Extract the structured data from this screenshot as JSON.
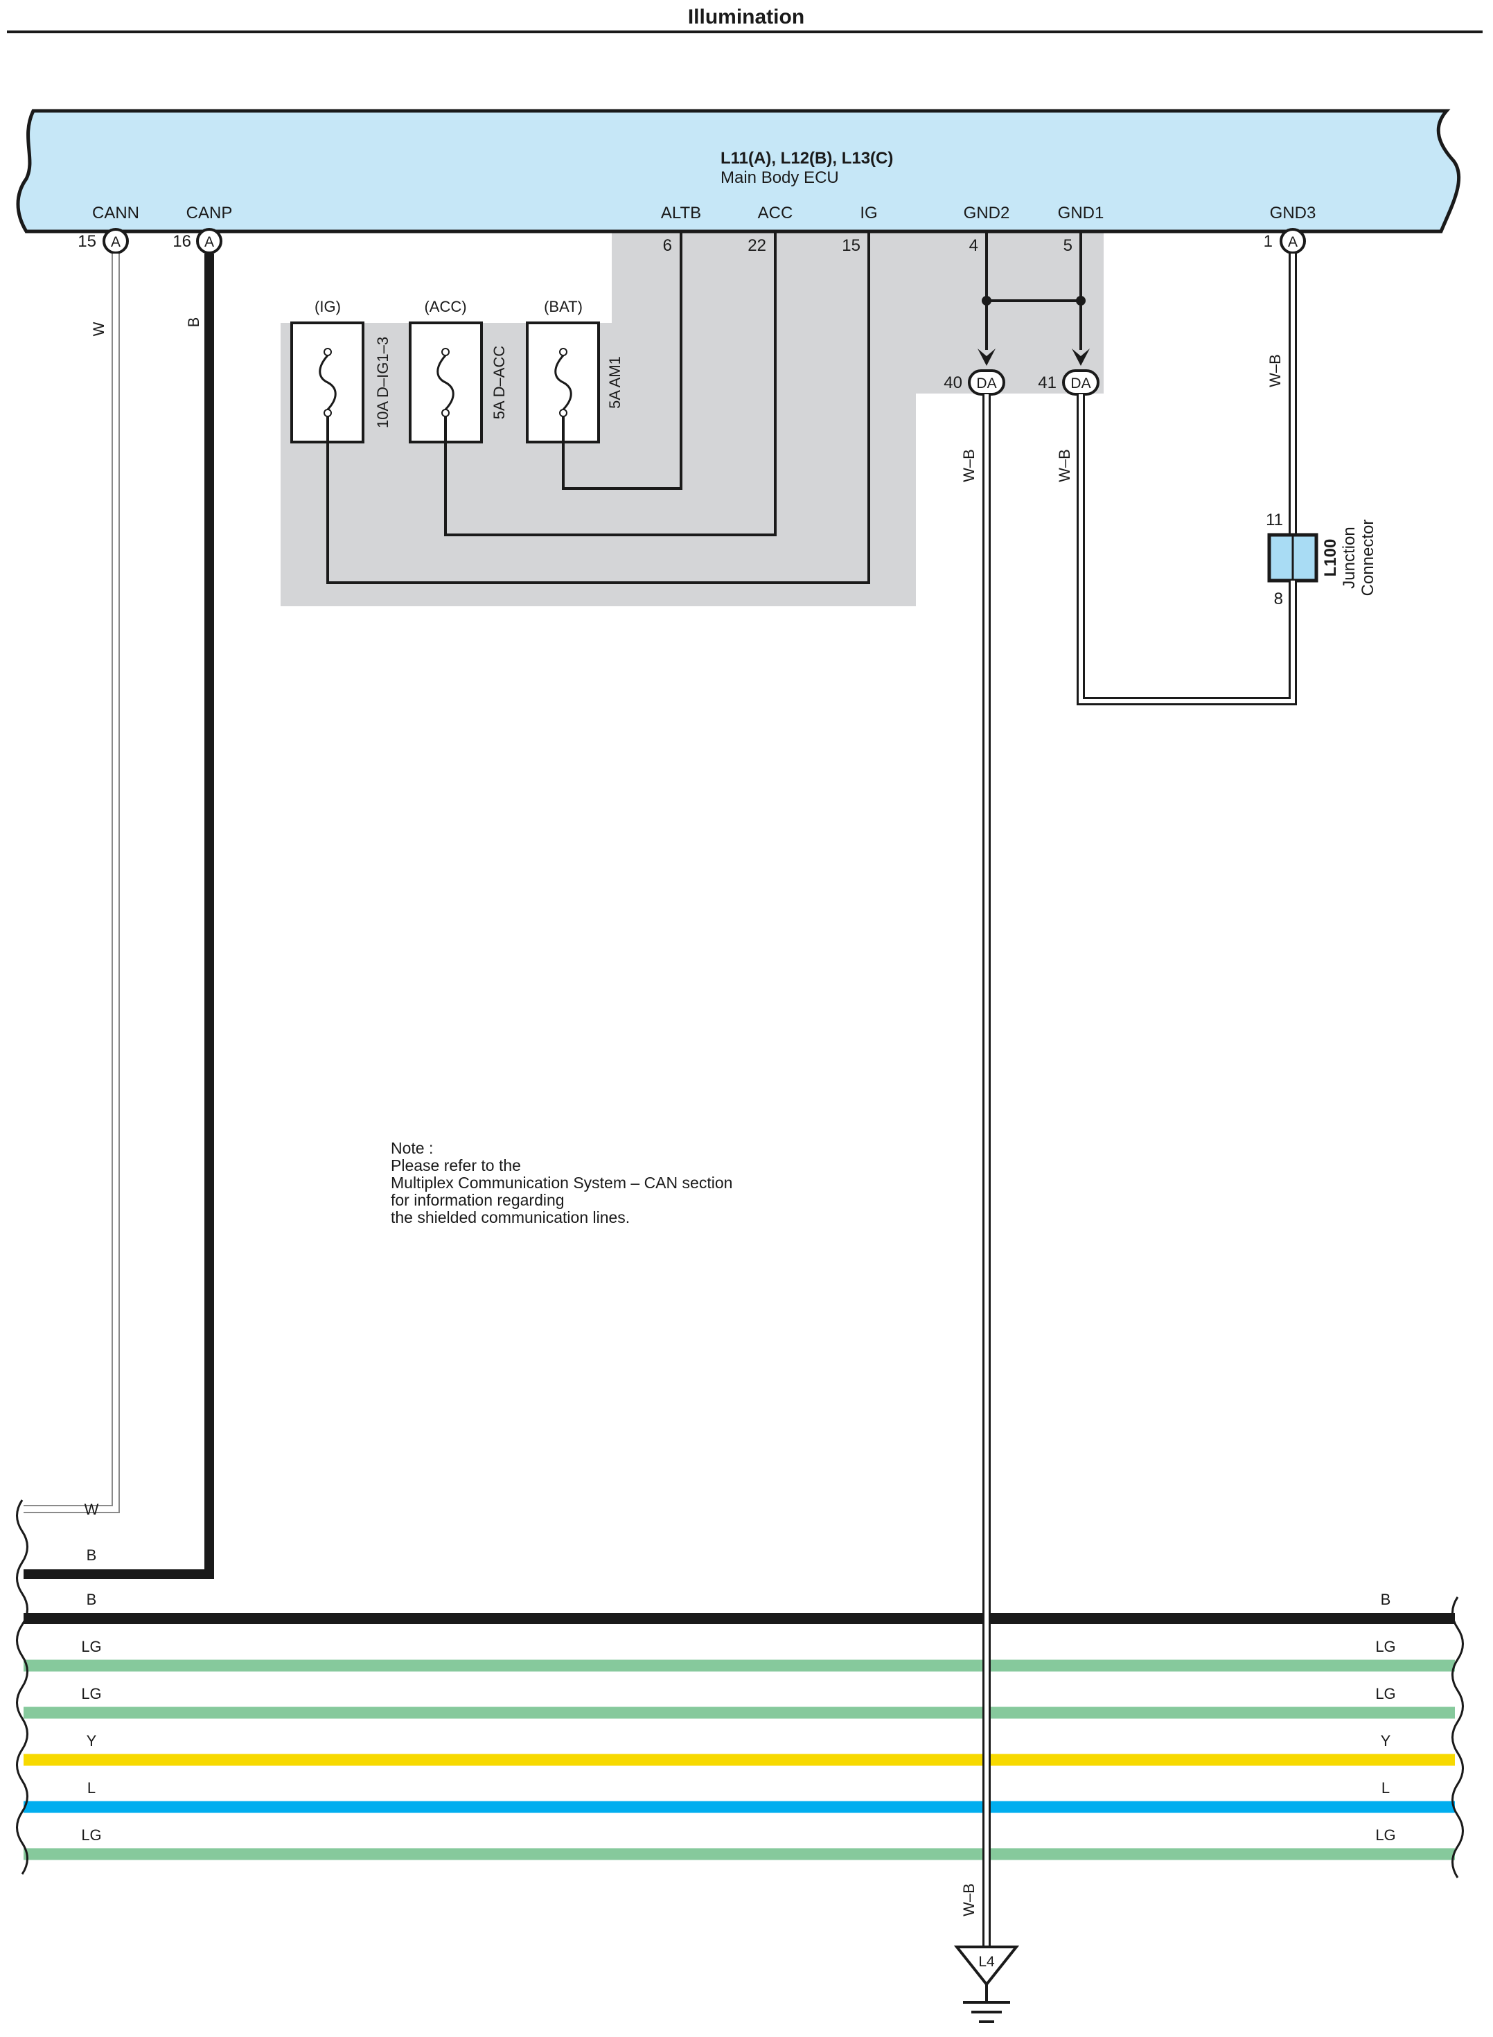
{
  "title": "Illumination",
  "ecu": {
    "id": "L11(A), L12(B), L13(C)",
    "name": "Main Body ECU",
    "terminals": {
      "cann": {
        "name": "CANN",
        "pin": "15",
        "conn": "A"
      },
      "canp": {
        "name": "CANP",
        "pin": "16",
        "conn": "A"
      },
      "altb": {
        "name": "ALTB",
        "pin": "6"
      },
      "acc": {
        "name": "ACC",
        "pin": "22"
      },
      "ig": {
        "name": "IG",
        "pin": "15"
      },
      "gnd2": {
        "name": "GND2",
        "pin": "4"
      },
      "gnd1": {
        "name": "GND1",
        "pin": "5"
      },
      "gnd3": {
        "name": "GND3",
        "pin": "1",
        "conn": "A"
      }
    }
  },
  "fuses": [
    {
      "source": "(IG)",
      "label": "10A D–IG1–3"
    },
    {
      "source": "(ACC)",
      "label": "5A D–ACC"
    },
    {
      "source": "(BAT)",
      "label": "5A AM1"
    }
  ],
  "da_connectors": [
    {
      "pin": "40",
      "code": "DA"
    },
    {
      "pin": "41",
      "code": "DA"
    }
  ],
  "junction": {
    "id": "L100",
    "name_line1": "Junction",
    "name_line2": "Connector",
    "pin_top": "11",
    "pin_bottom": "8"
  },
  "wire_labels": {
    "cann": "W",
    "canp": "B",
    "gnd3": "W–B",
    "gnd2": "W–B",
    "gnd1": "W–B",
    "ground_drop": "W–B"
  },
  "ground": {
    "id": "L4"
  },
  "note": [
    "Note :",
    "Please refer to the",
    "Multiplex Communication System – CAN section",
    "for information regarding",
    "the shielded communication lines."
  ],
  "continuation": {
    "left_w": "W",
    "left_b": "B"
  },
  "bus": [
    {
      "left": "B",
      "right": "B",
      "color": "#1a1a1a"
    },
    {
      "left": "LG",
      "right": "LG",
      "color": "#86c99c"
    },
    {
      "left": "LG",
      "right": "LG",
      "color": "#86c99c"
    },
    {
      "left": "Y",
      "right": "Y",
      "color": "#f7d900"
    },
    {
      "left": "L",
      "right": "L",
      "color": "#00aeef"
    },
    {
      "left": "LG",
      "right": "LG",
      "color": "#86c99c"
    }
  ],
  "colors": {
    "ecu_fill": "#c6e7f7",
    "shade": "#d4d5d7",
    "black_wire": "#1a1a1a",
    "light_green": "#86c99c",
    "yellow": "#f7d900",
    "blue": "#00aeef",
    "junction_fill": "#a9dcf4"
  }
}
